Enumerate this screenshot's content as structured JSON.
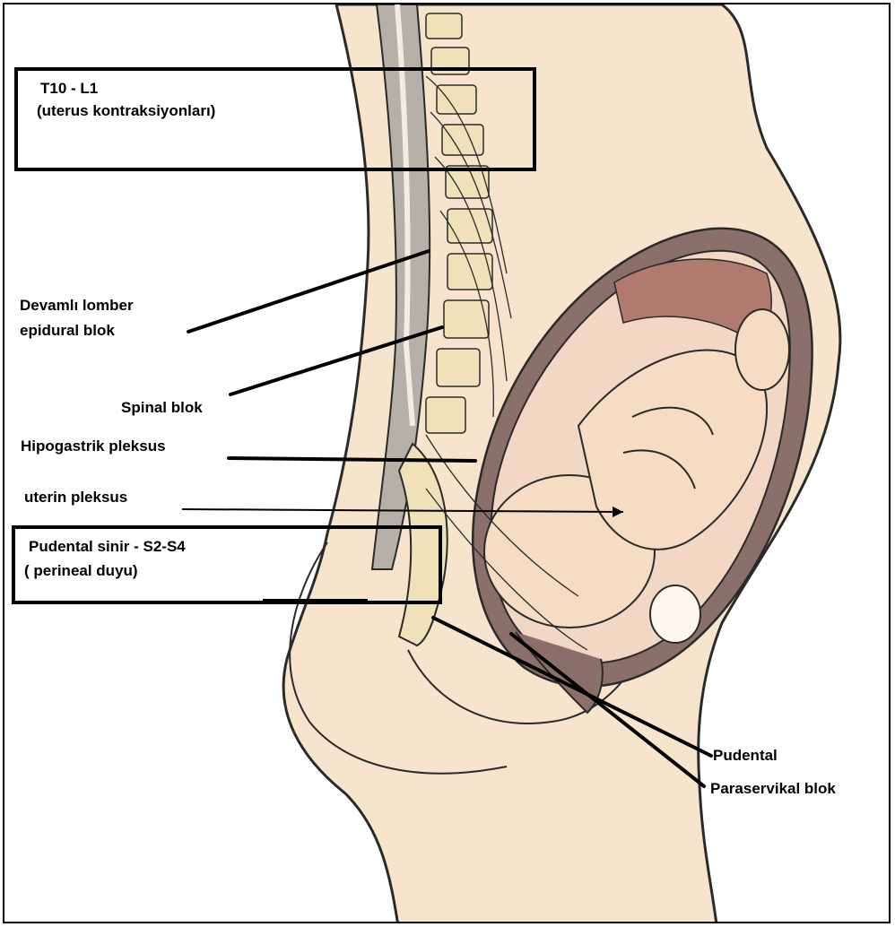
{
  "labels": {
    "t10_l1": "T10 - L1",
    "uterus_contractions": "(uterus kontraksiyonları)",
    "epidural_line1": "Devamlı lomber",
    "epidural_line2": "epidural blok",
    "spinal_block": "Spinal blok",
    "hypogastric_plexus": "Hipogastrik pleksus",
    "uterine_plexus": "uterin pleksus",
    "pudendal_nerve": "Pudental sinir - S2-S4",
    "perineal_sensation": "( perineal duyu)",
    "pudendal": "Pudental",
    "paracervical_block": "Paraservikal blok"
  },
  "colors": {
    "skin": "#f7e4cc",
    "outline": "#2a2a2a",
    "uterus_wall": "#8a6f6a",
    "spine_gray": "#b5b0a8",
    "disc": "#efe2b8",
    "placenta": "#b07a6e"
  }
}
